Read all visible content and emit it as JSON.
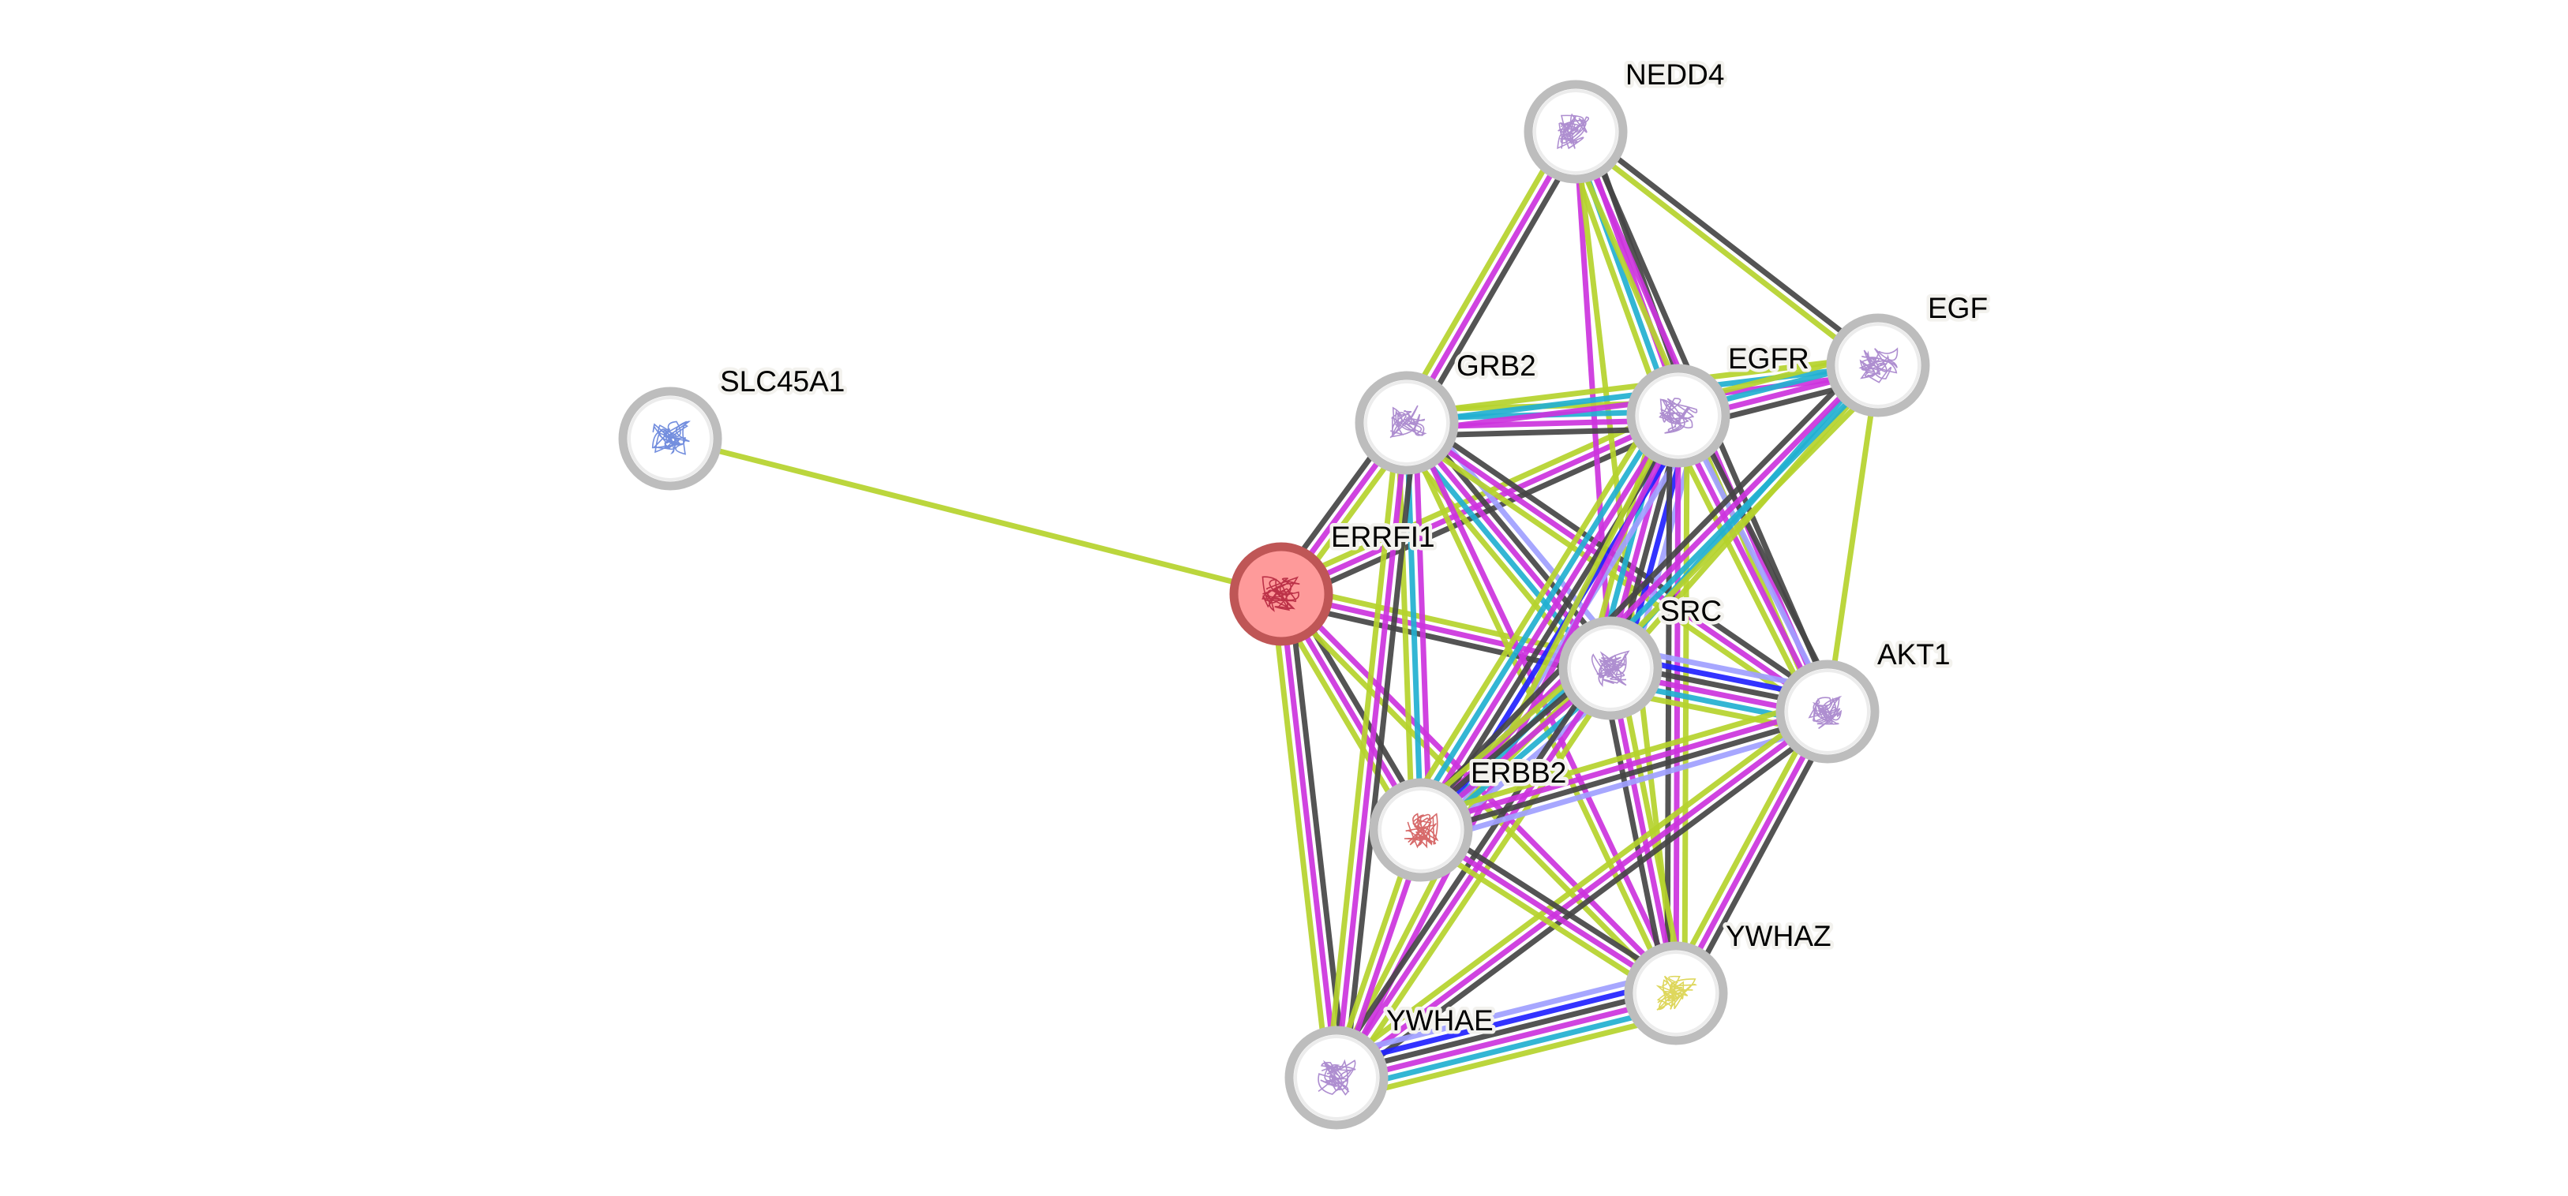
{
  "network": {
    "evidence_colors": {
      "textmining": "#b5d22d",
      "experiments": "#cc33dd",
      "databases": "#22b0d0",
      "coexpression": "#454545",
      "homology": "#a0a0ff",
      "cooccurrence": "#2222ff"
    },
    "query_node_colors": {
      "fill": "#fe9a9a",
      "stroke": "#bf5656"
    },
    "nodes": [
      {
        "id": "SLC45A1",
        "label": "SLC45A1",
        "query": false,
        "structure_tint": "#5a7ad8"
      },
      {
        "id": "ERRFI1",
        "label": "ERRFI1",
        "query": true,
        "structure_tint": "#b0203a"
      },
      {
        "id": "NEDD4",
        "label": "NEDD4",
        "query": false,
        "structure_tint": "#a07ac8"
      },
      {
        "id": "GRB2",
        "label": "GRB2",
        "query": false,
        "structure_tint": "#a07ac8"
      },
      {
        "id": "EGFR",
        "label": "EGFR",
        "query": false,
        "structure_tint": "#a07ac8"
      },
      {
        "id": "EGF",
        "label": "EGF",
        "query": false,
        "structure_tint": "#a07ac8"
      },
      {
        "id": "SRC",
        "label": "SRC",
        "query": false,
        "structure_tint": "#a07ac8"
      },
      {
        "id": "AKT1",
        "label": "AKT1",
        "query": false,
        "structure_tint": "#a07ac8"
      },
      {
        "id": "ERBB2",
        "label": "ERBB2",
        "query": false,
        "structure_tint": "#d05050"
      },
      {
        "id": "YWHAZ",
        "label": "YWHAZ",
        "query": false,
        "structure_tint": "#d8d040"
      },
      {
        "id": "YWHAE",
        "label": "YWHAE",
        "query": false,
        "structure_tint": "#a07ac8"
      }
    ],
    "edges": [
      {
        "source": "SLC45A1",
        "target": "ERRFI1",
        "evidence": [
          "textmining"
        ]
      },
      {
        "source": "ERRFI1",
        "target": "GRB2",
        "evidence": [
          "coexpression",
          "experiments",
          "textmining"
        ]
      },
      {
        "source": "ERRFI1",
        "target": "EGFR",
        "evidence": [
          "textmining",
          "experiments",
          "coexpression"
        ]
      },
      {
        "source": "ERRFI1",
        "target": "SRC",
        "evidence": [
          "textmining",
          "experiments",
          "coexpression"
        ]
      },
      {
        "source": "ERRFI1",
        "target": "ERBB2",
        "evidence": [
          "coexpression",
          "experiments",
          "textmining"
        ]
      },
      {
        "source": "ERRFI1",
        "target": "YWHAE",
        "evidence": [
          "coexpression",
          "experiments",
          "textmining"
        ]
      },
      {
        "source": "ERRFI1",
        "target": "YWHAZ",
        "evidence": [
          "experiments",
          "textmining"
        ]
      },
      {
        "source": "NEDD4",
        "target": "GRB2",
        "evidence": [
          "coexpression",
          "experiments",
          "textmining"
        ]
      },
      {
        "source": "NEDD4",
        "target": "EGFR",
        "evidence": [
          "coexpression",
          "experiments",
          "databases",
          "textmining"
        ]
      },
      {
        "source": "NEDD4",
        "target": "EGF",
        "evidence": [
          "coexpression",
          "textmining"
        ]
      },
      {
        "source": "NEDD4",
        "target": "SRC",
        "evidence": [
          "experiments"
        ]
      },
      {
        "source": "NEDD4",
        "target": "AKT1",
        "evidence": [
          "coexpression",
          "experiments",
          "textmining"
        ]
      },
      {
        "source": "NEDD4",
        "target": "YWHAZ",
        "evidence": [
          "textmining"
        ]
      },
      {
        "source": "GRB2",
        "target": "EGFR",
        "evidence": [
          "textmining",
          "databases",
          "experiments",
          "coexpression"
        ]
      },
      {
        "source": "GRB2",
        "target": "EGF",
        "evidence": [
          "textmining",
          "databases",
          "experiments"
        ]
      },
      {
        "source": "GRB2",
        "target": "SRC",
        "evidence": [
          "homology",
          "coexpression",
          "experiments",
          "databases",
          "textmining"
        ]
      },
      {
        "source": "GRB2",
        "target": "AKT1",
        "evidence": [
          "coexpression",
          "experiments",
          "textmining"
        ]
      },
      {
        "source": "GRB2",
        "target": "ERBB2",
        "evidence": [
          "experiments",
          "databases",
          "textmining"
        ]
      },
      {
        "source": "GRB2",
        "target": "YWHAE",
        "evidence": [
          "coexpression",
          "experiments",
          "textmining"
        ]
      },
      {
        "source": "GRB2",
        "target": "YWHAZ",
        "evidence": [
          "experiments",
          "textmining"
        ]
      },
      {
        "source": "EGFR",
        "target": "EGF",
        "evidence": [
          "textmining",
          "databases",
          "experiments",
          "coexpression"
        ]
      },
      {
        "source": "EGFR",
        "target": "SRC",
        "evidence": [
          "homology",
          "cooccurrence",
          "coexpression",
          "experiments",
          "databases",
          "textmining"
        ]
      },
      {
        "source": "EGFR",
        "target": "AKT1",
        "evidence": [
          "coexpression",
          "homology",
          "experiments",
          "textmining"
        ]
      },
      {
        "source": "EGFR",
        "target": "ERBB2",
        "evidence": [
          "homology",
          "cooccurrence",
          "coexpression",
          "experiments",
          "databases",
          "textmining"
        ]
      },
      {
        "source": "EGFR",
        "target": "YWHAZ",
        "evidence": [
          "textmining",
          "experiments",
          "coexpression"
        ]
      },
      {
        "source": "EGFR",
        "target": "YWHAE",
        "evidence": [
          "experiments",
          "textmining"
        ]
      },
      {
        "source": "EGF",
        "target": "SRC",
        "evidence": [
          "textmining",
          "databases"
        ]
      },
      {
        "source": "EGF",
        "target": "ERBB2",
        "evidence": [
          "textmining",
          "databases",
          "experiments",
          "coexpression"
        ]
      },
      {
        "source": "EGF",
        "target": "AKT1",
        "evidence": [
          "textmining"
        ]
      },
      {
        "source": "SRC",
        "target": "AKT1",
        "evidence": [
          "homology",
          "cooccurrence",
          "coexpression",
          "experiments",
          "databases",
          "textmining"
        ]
      },
      {
        "source": "SRC",
        "target": "ERBB2",
        "evidence": [
          "homology",
          "databases",
          "experiments",
          "coexpression",
          "textmining"
        ]
      },
      {
        "source": "SRC",
        "target": "YWHAZ",
        "evidence": [
          "textmining",
          "experiments",
          "coexpression"
        ]
      },
      {
        "source": "SRC",
        "target": "YWHAE",
        "evidence": [
          "textmining",
          "experiments",
          "coexpression"
        ]
      },
      {
        "source": "AKT1",
        "target": "ERBB2",
        "evidence": [
          "homology",
          "coexpression",
          "experiments",
          "textmining"
        ]
      },
      {
        "source": "AKT1",
        "target": "YWHAE",
        "evidence": [
          "coexpression",
          "experiments",
          "textmining"
        ]
      },
      {
        "source": "AKT1",
        "target": "YWHAZ",
        "evidence": [
          "coexpression",
          "experiments",
          "textmining"
        ]
      },
      {
        "source": "ERBB2",
        "target": "YWHAZ",
        "evidence": [
          "coexpression",
          "experiments",
          "textmining"
        ]
      },
      {
        "source": "ERBB2",
        "target": "YWHAE",
        "evidence": [
          "experiments",
          "textmining"
        ]
      },
      {
        "source": "YWHAE",
        "target": "YWHAZ",
        "evidence": [
          "homology",
          "cooccurrence",
          "coexpression",
          "experiments",
          "databases",
          "textmining"
        ]
      }
    ]
  }
}
